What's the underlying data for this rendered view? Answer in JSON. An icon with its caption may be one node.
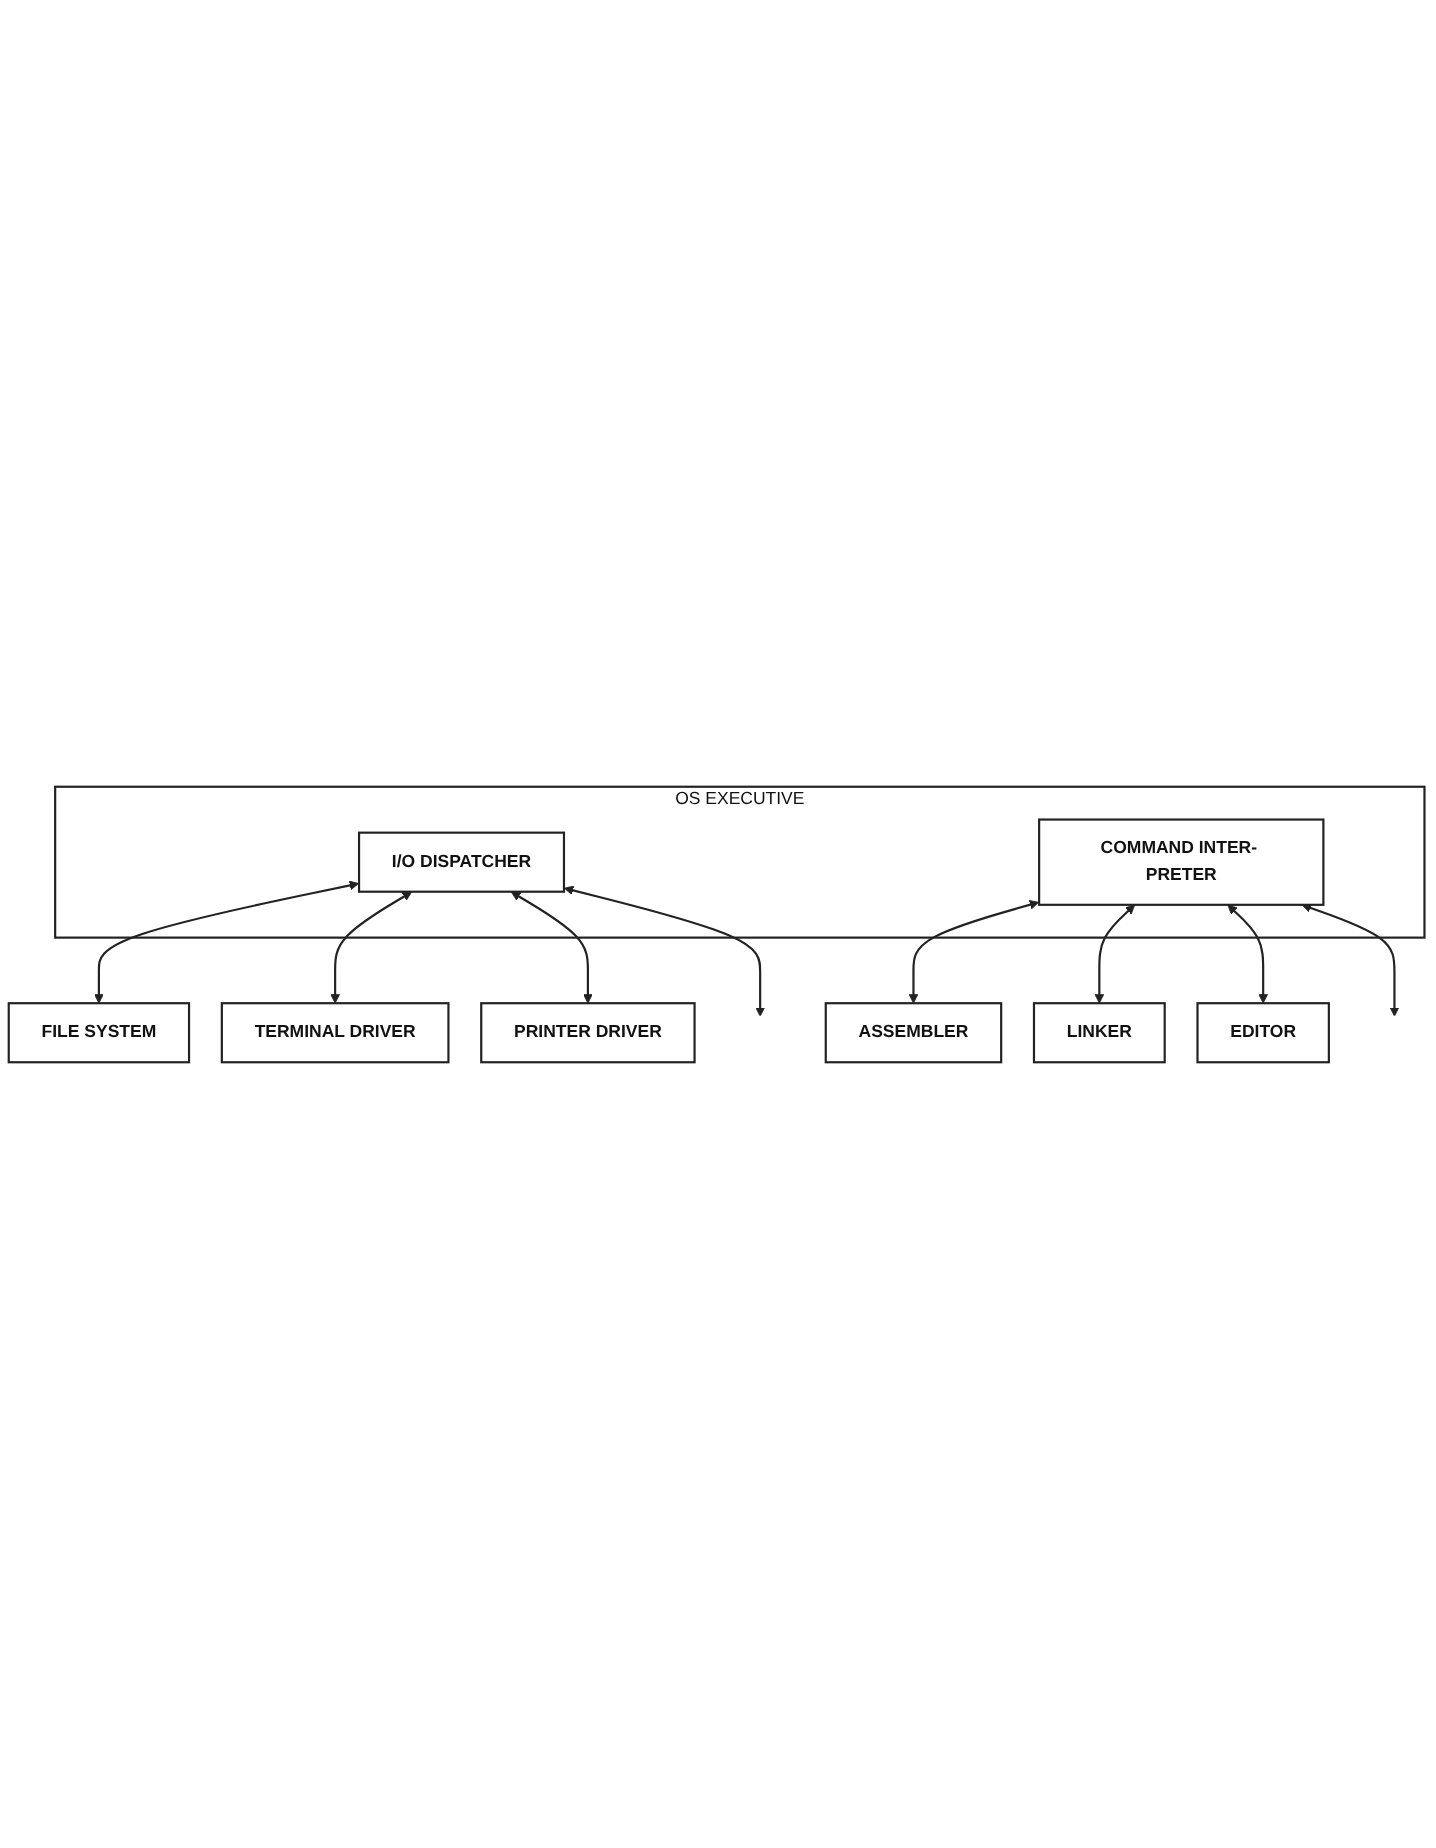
{
  "diagram": {
    "nodes": [
      {
        "text": [
          "OS EXECUTIVE"
        ]
      },
      {
        "text": [
          "I/O DISPATCHER"
        ],
        "in": 0
      },
      {
        "text": [
          "COMMAND INTER- PRETER"
        ],
        "in": 0
      },
      {
        "text": [
          "FILE SYSTEM"
        ]
      },
      {
        "text": [
          "TERMINAL DRIVER"
        ]
      },
      {
        "text": [
          "PRINTER DRIVER"
        ]
      },
      {
        "text": [
          "ASSEMBLER"
        ]
      },
      {
        "text": [
          "LINKER"
        ]
      },
      {
        "text": [
          "EDITOR"
        ]
      }
    ],
    "edges": [
      {
        "from": 1,
        "to": 3,
        "arrow": "both"
      },
      {
        "from": 1,
        "to": 4,
        "arrow": "both"
      },
      {
        "from": 1,
        "to": 5,
        "arrow": "both"
      },
      {
        "from": 1,
        "to": null,
        "arrow": "both"
      },
      {
        "from": 2,
        "to": 6,
        "arrow": "both"
      },
      {
        "from": 2,
        "to": 7,
        "arrow": "both"
      },
      {
        "from": 2,
        "to": 8,
        "arrow": "both"
      },
      {
        "from": 2,
        "to": null,
        "arrow": "both"
      }
    ]
  }
}
